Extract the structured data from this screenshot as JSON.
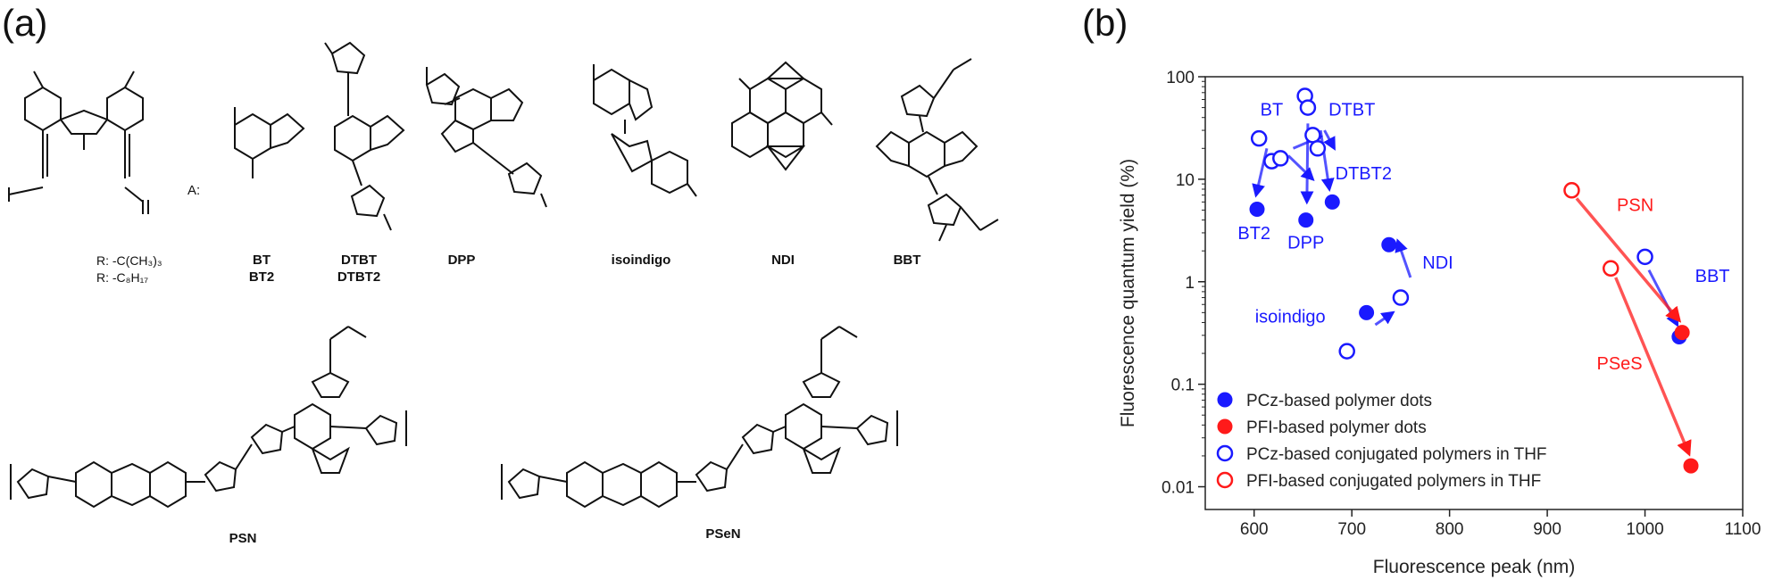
{
  "panel_a": {
    "label": "(a)",
    "a_label": "A:",
    "r_substituents": [
      "R: -C(CH₃)₃",
      "R: -C₈H₁₇"
    ],
    "compounds": [
      {
        "line1": "BT",
        "line2": "BT2"
      },
      {
        "line1": "DTBT",
        "line2": "DTBT2"
      },
      {
        "line1": "DPP",
        "line2": ""
      },
      {
        "line1": "isoindigo",
        "line2": ""
      },
      {
        "line1": "NDI",
        "line2": ""
      },
      {
        "line1": "BBT",
        "line2": ""
      }
    ],
    "polymers": [
      "PSN",
      "PSeN"
    ]
  },
  "panel_b": {
    "label": "(b)"
  },
  "chart_data": {
    "type": "scatter",
    "xlabel": "Fluorescence peak (nm)",
    "ylabel": "Fluorescence quantum yield (%)",
    "xlim": [
      550,
      1100
    ],
    "ylim": [
      0.006,
      100
    ],
    "yscale": "log",
    "xticks": [
      600,
      700,
      800,
      900,
      1000,
      1100
    ],
    "yticks": [
      {
        "v": 100,
        "label": "100"
      },
      {
        "v": 10,
        "label": "10"
      },
      {
        "v": 1,
        "label": "1"
      },
      {
        "v": 0.1,
        "label": "0.1"
      },
      {
        "v": 0.01,
        "label": "0.01"
      }
    ],
    "legend_position": "bottom-left",
    "series": [
      {
        "name": "PCz-based polymer dots",
        "color": "#1a1aff",
        "filled": true,
        "points": [
          [
            603,
            5.1
          ],
          [
            653,
            4.0
          ],
          [
            680,
            6.0
          ],
          [
            738,
            2.3
          ],
          [
            715,
            0.5
          ],
          [
            1035,
            0.29
          ]
        ]
      },
      {
        "name": "PFI-based polymer dots",
        "color": "#ff1a1a",
        "filled": true,
        "points": [
          [
            1038,
            0.32
          ],
          [
            1047,
            0.016
          ]
        ]
      },
      {
        "name": "PCz-based conjugated polymers in THF",
        "color": "#1a1aff",
        "filled": false,
        "points": [
          [
            605,
            25
          ],
          [
            618,
            15
          ],
          [
            627,
            16
          ],
          [
            652,
            65
          ],
          [
            655,
            50
          ],
          [
            660,
            27
          ],
          [
            665,
            20
          ],
          [
            750,
            0.7
          ],
          [
            695,
            0.21
          ],
          [
            1000,
            1.75
          ]
        ]
      },
      {
        "name": "PFI-based conjugated polymers in THF",
        "color": "#ff1a1a",
        "filled": false,
        "points": [
          [
            925,
            7.8
          ],
          [
            965,
            1.35
          ]
        ]
      }
    ],
    "annotations": [
      {
        "text": "BT",
        "x": 618,
        "y": 42,
        "color": "#1a1aff"
      },
      {
        "text": "DTBT",
        "x": 700,
        "y": 42,
        "color": "#1a1aff"
      },
      {
        "text": "DTBT2",
        "x": 712,
        "y": 10,
        "color": "#1a1aff"
      },
      {
        "text": "BT2",
        "x": 600,
        "y": 2.6,
        "color": "#1a1aff"
      },
      {
        "text": "DPP",
        "x": 653,
        "y": 2.1,
        "color": "#1a1aff"
      },
      {
        "text": "NDI",
        "x": 788,
        "y": 1.35,
        "color": "#1a1aff"
      },
      {
        "text": "isoindigo",
        "x": 637,
        "y": 0.4,
        "color": "#1a1aff"
      },
      {
        "text": "BBT",
        "x": 1069,
        "y": 1.0,
        "color": "#1a1aff"
      },
      {
        "text": "PSN",
        "x": 990,
        "y": 4.9,
        "color": "#ff1a1a"
      },
      {
        "text": "PSeS",
        "x": 974,
        "y": 0.14,
        "color": "#ff1a1a"
      }
    ],
    "arrows": [
      {
        "from": [
          613,
          20
        ],
        "to": [
          602,
          7
        ],
        "color": "#1a1aff"
      },
      {
        "from": [
          635,
          17
        ],
        "to": [
          660,
          10
        ],
        "color": "#1a1aff"
      },
      {
        "from": [
          640,
          20
        ],
        "to": [
          668,
          26
        ],
        "color": "#1a1aff"
      },
      {
        "from": [
          655,
          35
        ],
        "to": [
          654,
          6
        ],
        "color": "#1a1aff"
      },
      {
        "from": [
          668,
          30
        ],
        "to": [
          677,
          8
        ],
        "color": "#1a1aff"
      },
      {
        "from": [
          672,
          30
        ],
        "to": [
          682,
          20
        ],
        "color": "#1a1aff"
      },
      {
        "from": [
          724,
          0.38
        ],
        "to": [
          742,
          0.5
        ],
        "color": "#1a1aff"
      },
      {
        "from": [
          760,
          1.1
        ],
        "to": [
          747,
          2.5
        ],
        "color": "#1a1aff"
      },
      {
        "from": [
          1004,
          1.3
        ],
        "to": [
          1033,
          0.38
        ],
        "color": "#1a1aff"
      },
      {
        "from": [
          930,
          6.5
        ],
        "to": [
          1035,
          0.42
        ],
        "color": "#ff1a1a"
      },
      {
        "from": [
          970,
          1.1
        ],
        "to": [
          1045,
          0.021
        ],
        "color": "#ff1a1a"
      }
    ]
  }
}
